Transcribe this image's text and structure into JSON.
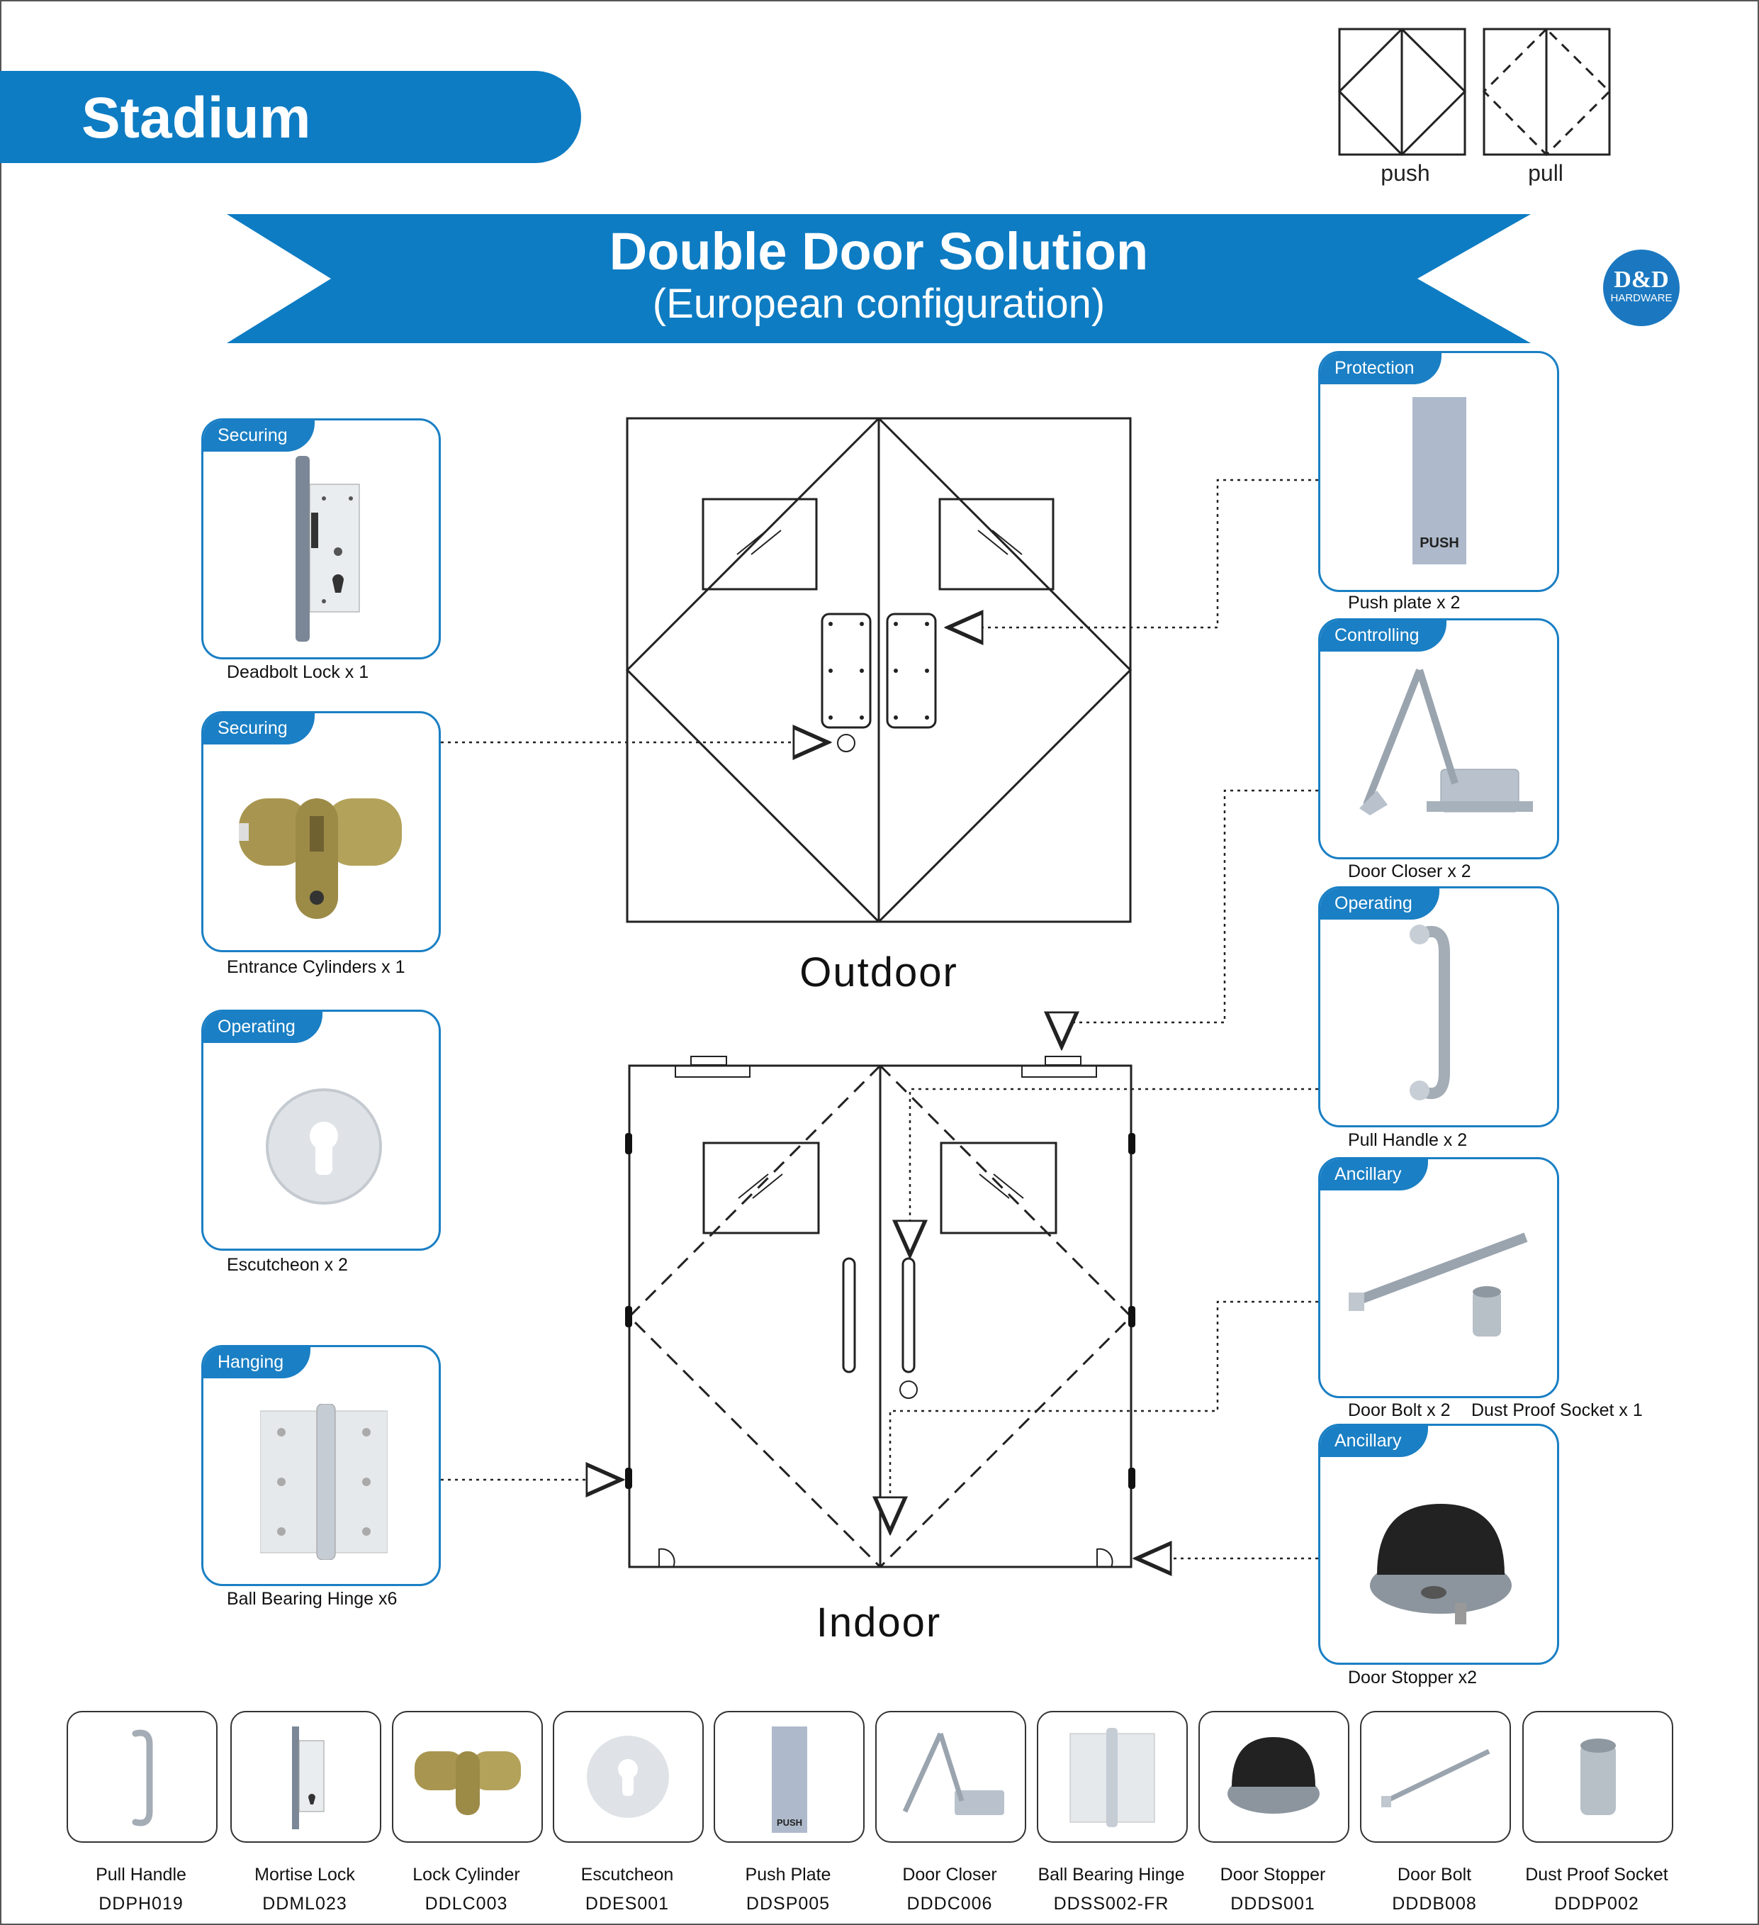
{
  "header": {
    "section": "Stadium"
  },
  "legend": {
    "push": "push",
    "pull": "pull"
  },
  "title": "Double Door Solution",
  "subtitle": "(European configuration)",
  "logo": {
    "main": "D&D",
    "sub": "HARDWARE"
  },
  "diagram": {
    "outdoor": "Outdoor",
    "indoor": "Indoor"
  },
  "left_cards": [
    {
      "tag": "Securing",
      "caption": "Deadbolt Lock x 1"
    },
    {
      "tag": "Securing",
      "caption": "Entrance Cylinders x 1"
    },
    {
      "tag": "Operating",
      "caption": "Escutcheon x 2"
    },
    {
      "tag": "Hanging",
      "caption": "Ball Bearing Hinge x6"
    }
  ],
  "right_cards": [
    {
      "tag": "Protection",
      "caption": "Push plate x 2"
    },
    {
      "tag": "Controlling",
      "caption": "Door Closer x 2"
    },
    {
      "tag": "Operating",
      "caption": "Pull Handle x 2"
    },
    {
      "tag": "Ancillary",
      "caption": "Door Bolt x 2",
      "caption2": "Dust Proof Socket x 1"
    },
    {
      "tag": "Ancillary",
      "caption": "Door Stopper x2"
    }
  ],
  "push_plate_text": "PUSH",
  "products": [
    {
      "name": "Pull Handle",
      "code": "DDPH019"
    },
    {
      "name": "Mortise Lock",
      "code": "DDML023"
    },
    {
      "name": "Lock Cylinder",
      "code": "DDLC003"
    },
    {
      "name": "Escutcheon",
      "code": "DDES001"
    },
    {
      "name": "Push Plate",
      "code": "DDSP005"
    },
    {
      "name": "Door Closer",
      "code": "DDDC006"
    },
    {
      "name": "Ball Bearing Hinge",
      "code": "DDSS002-FR"
    },
    {
      "name": "Door Stopper",
      "code": "DDDS001"
    },
    {
      "name": "Door Bolt",
      "code": "DDDB008"
    },
    {
      "name": "Dust Proof Socket",
      "code": "DDDP002"
    }
  ],
  "colors": {
    "brand_blue": "#0d7cc3",
    "card_border": "#1a7fc4",
    "bronze": "#9c8a47",
    "steel": "#b9c2cc"
  }
}
